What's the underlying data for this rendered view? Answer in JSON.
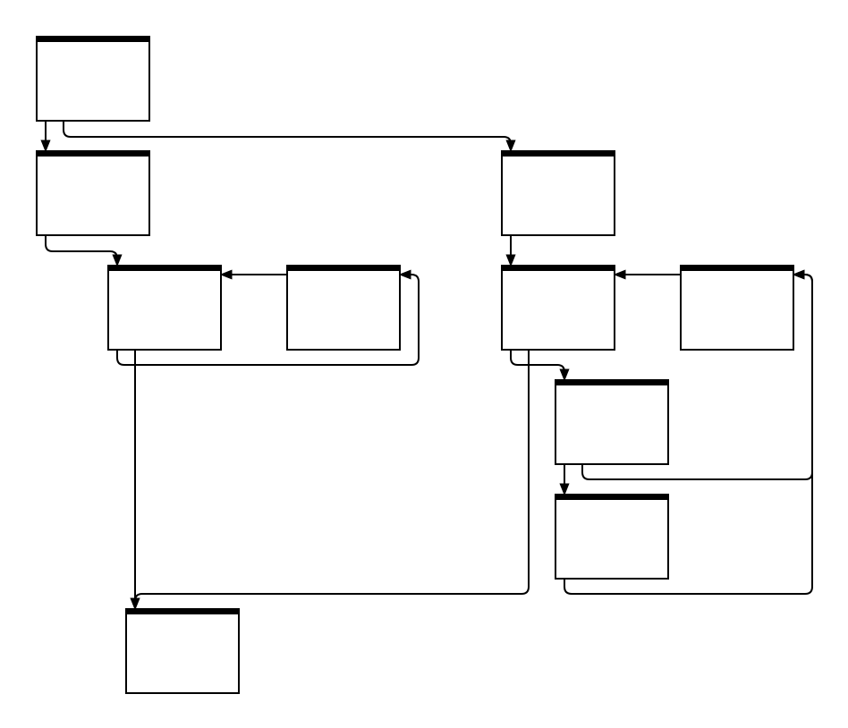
{
  "diagram": {
    "type": "flow-graph",
    "nodes": [
      {
        "id": "n1"
      },
      {
        "id": "n2"
      },
      {
        "id": "n3"
      },
      {
        "id": "n4"
      },
      {
        "id": "n5"
      },
      {
        "id": "n6"
      },
      {
        "id": "n7"
      },
      {
        "id": "n8"
      },
      {
        "id": "n9"
      },
      {
        "id": "n10"
      }
    ],
    "edges": [
      {
        "from": "n1",
        "to": "n2"
      },
      {
        "from": "n1",
        "to": "n5"
      },
      {
        "from": "n2",
        "to": "n3"
      },
      {
        "from": "n4",
        "to": "n3"
      },
      {
        "from": "n3",
        "to": "n4"
      },
      {
        "from": "n3",
        "to": "n10"
      },
      {
        "from": "n5",
        "to": "n6"
      },
      {
        "from": "n7",
        "to": "n6"
      },
      {
        "from": "n6",
        "to": "n8"
      },
      {
        "from": "n6",
        "to": "n10"
      },
      {
        "from": "n8",
        "to": "n9"
      },
      {
        "from": "n8",
        "to": "n7"
      },
      {
        "from": "n9",
        "to": "n7"
      }
    ]
  }
}
